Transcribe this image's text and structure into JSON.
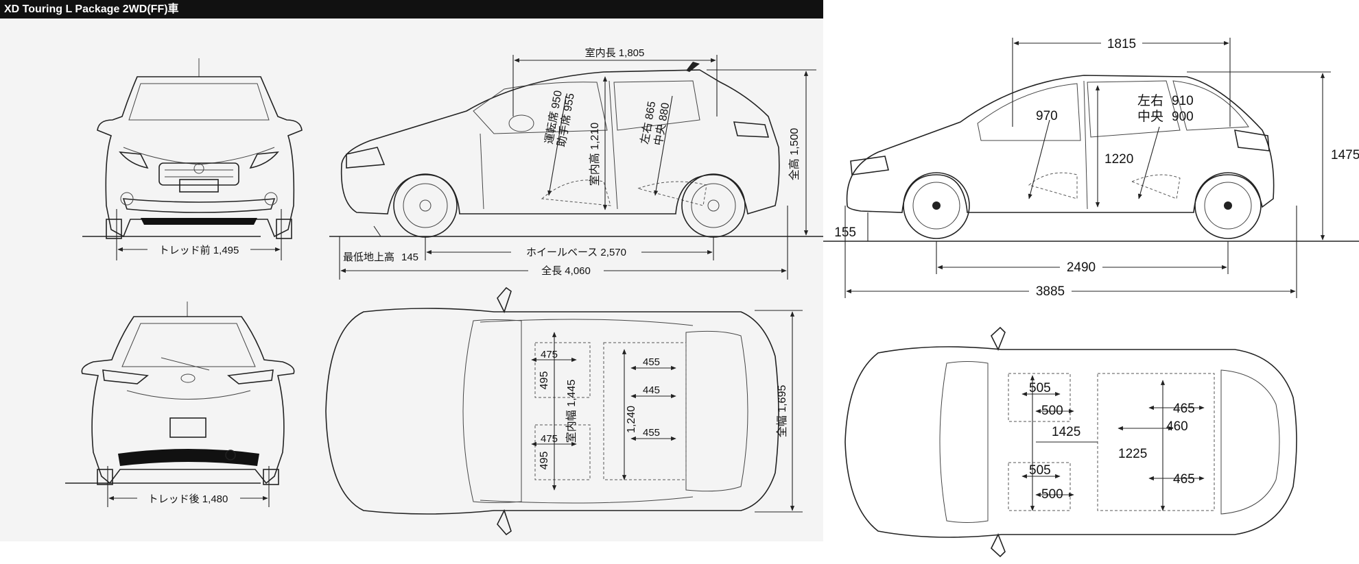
{
  "title": "XD Touring L Package 2WD(FF)車",
  "left": {
    "front_tread": "トレッド前 1,495",
    "rear_tread": "トレッド後 1,480",
    "ground_clearance": "最低地上高",
    "ground_clearance_value": "145",
    "wheelbase": "ホイールベース 2,570",
    "overall_length": "全長 4,060",
    "interior_length": "室内長 1,805",
    "overall_height": "全高 1,500",
    "overall_width": "全幅 1,695",
    "interior_height": "室内高 1,210",
    "driver_seat": "運転席 950",
    "passenger_seat": "助手席 955",
    "rear_lr": "左右 865",
    "rear_center": "中央 880",
    "interior_width": "室内幅 1,445",
    "seat_a": "475",
    "seat_b": "495",
    "seat_c": "475",
    "seat_d": "495",
    "rear_a": "455",
    "rear_b": "445",
    "rear_c": "455",
    "rear_width": "1,240"
  },
  "right": {
    "interior_length": "1815",
    "height": "1475",
    "front_headroom": "970",
    "rear_lr_label": "左右",
    "rear_lr": "910",
    "rear_center_label": "中央",
    "rear_center": "900",
    "interior_height": "1220",
    "ground_clearance": "155",
    "wheelbase": "2490",
    "overall_length": "3885",
    "front_a": "505",
    "front_b": "500",
    "front_c": "505",
    "front_d": "500",
    "interior_width": "1425",
    "rear_a": "465",
    "rear_b": "460",
    "rear_c": "465",
    "rear_width": "1225"
  }
}
